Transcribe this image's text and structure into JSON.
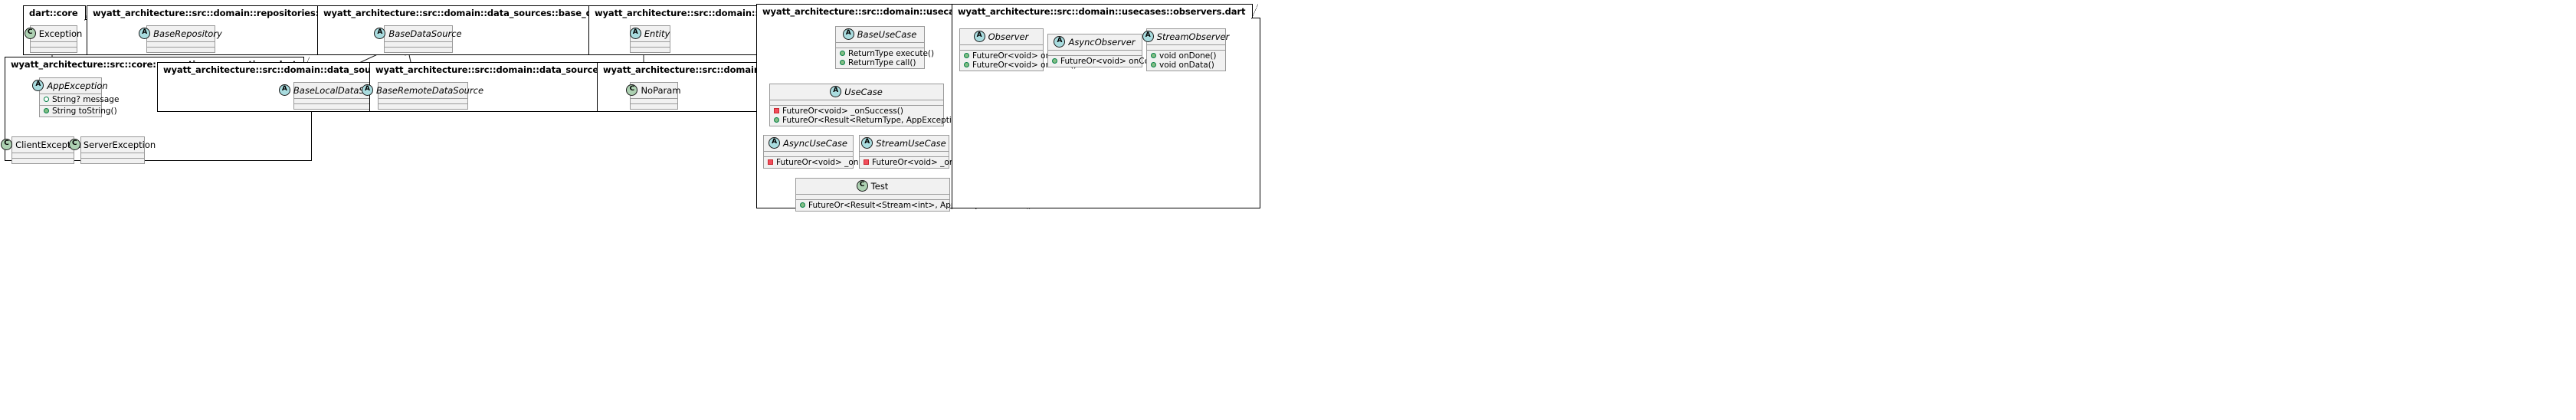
{
  "diagram": {
    "type": "uml-class-diagram",
    "title": "wyatt_architecture domain class diagram",
    "colors": {
      "class_fill": "#F1F1F1",
      "class_border": "#9A9A9A",
      "abstract_badge": "#A9DCDF",
      "class_badge": "#ADD1B2",
      "public_method": "#84BE84",
      "private_method": "#F24D5C",
      "package_border": "#000000",
      "background": "#FFFFFF"
    }
  },
  "packages": [
    {
      "id": "dart-core",
      "label": "dart::core",
      "classes": [
        {
          "id": "Exception",
          "name": "Exception",
          "stereotype": "C",
          "abstract": false,
          "fields": [],
          "methods": []
        }
      ]
    },
    {
      "id": "base-repository",
      "label": "wyatt_architecture::src::domain::repositories::base_repository.dart",
      "classes": [
        {
          "id": "BaseRepository",
          "name": "BaseRepository",
          "stereotype": "A",
          "abstract": true,
          "fields": [],
          "methods": []
        }
      ]
    },
    {
      "id": "base-data-source",
      "label": "wyatt_architecture::src::domain::data_sources::base_data_source.dart",
      "classes": [
        {
          "id": "BaseDataSource",
          "name": "BaseDataSource",
          "stereotype": "A",
          "abstract": true,
          "fields": [],
          "methods": []
        }
      ]
    },
    {
      "id": "entity",
      "label": "wyatt_architecture::src::domain::entities::entity.dart",
      "classes": [
        {
          "id": "Entity",
          "name": "Entity",
          "stereotype": "A",
          "abstract": true,
          "fields": [],
          "methods": []
        }
      ]
    },
    {
      "id": "exceptions",
      "label": "wyatt_architecture::src::core::exceptions::exceptions.dart",
      "classes": [
        {
          "id": "AppException",
          "name": "AppException",
          "stereotype": "A",
          "abstract": true,
          "fields": [
            {
              "visibility": "pub-field",
              "text": "String? message"
            }
          ],
          "methods": [
            {
              "visibility": "pub-method",
              "text": "String toString()"
            }
          ]
        },
        {
          "id": "ClientException",
          "name": "ClientException",
          "stereotype": "C",
          "abstract": false,
          "fields": [],
          "methods": []
        },
        {
          "id": "ServerException",
          "name": "ServerException",
          "stereotype": "C",
          "abstract": false,
          "fields": [],
          "methods": []
        }
      ]
    },
    {
      "id": "base-local-data-source",
      "label": "wyatt_architecture::src::domain::data_sources::local::base_local_data_source.dart",
      "classes": [
        {
          "id": "BaseLocalDataSource",
          "name": "BaseLocalDataSource",
          "stereotype": "A",
          "abstract": true,
          "fields": [],
          "methods": []
        }
      ]
    },
    {
      "id": "base-remote-data-source",
      "label": "wyatt_architecture::src::domain::data_sources::remote::base_remote_data_source.dart",
      "classes": [
        {
          "id": "BaseRemoteDataSource",
          "name": "BaseRemoteDataSource",
          "stereotype": "A",
          "abstract": true,
          "fields": [],
          "methods": []
        }
      ]
    },
    {
      "id": "no-param",
      "label": "wyatt_architecture::src::domain::usecases::no_param.dart",
      "classes": [
        {
          "id": "NoParam",
          "name": "NoParam",
          "stereotype": "C",
          "abstract": false,
          "fields": [],
          "methods": []
        }
      ]
    },
    {
      "id": "usecase",
      "label": "wyatt_architecture::src::domain::usecases::usecase.dart",
      "classes": [
        {
          "id": "BaseUseCase",
          "name": "BaseUseCase",
          "stereotype": "A",
          "abstract": true,
          "fields": [],
          "methods": [
            {
              "visibility": "pub-method",
              "text": "ReturnType execute()"
            },
            {
              "visibility": "pub-method",
              "text": "ReturnType call()"
            }
          ]
        },
        {
          "id": "UseCase",
          "name": "UseCase",
          "stereotype": "A",
          "abstract": true,
          "fields": [],
          "methods": [
            {
              "visibility": "priv-method",
              "text": "FutureOr<void> _onSuccess()"
            },
            {
              "visibility": "pub-method",
              "text": "FutureOr<Result<ReturnType, AppException>> execute()"
            }
          ]
        },
        {
          "id": "AsyncUseCase",
          "name": "AsyncUseCase",
          "stereotype": "A",
          "abstract": true,
          "fields": [],
          "methods": [
            {
              "visibility": "priv-method",
              "text": "FutureOr<void> _onSuccess()"
            }
          ]
        },
        {
          "id": "StreamUseCase",
          "name": "StreamUseCase",
          "stereotype": "A",
          "abstract": true,
          "fields": [],
          "methods": [
            {
              "visibility": "priv-method",
              "text": "FutureOr<void> _onSuccess()"
            }
          ]
        },
        {
          "id": "Test",
          "name": "Test",
          "stereotype": "C",
          "abstract": false,
          "fields": [],
          "methods": [
            {
              "visibility": "pub-method",
              "text": "FutureOr<Result<Stream<int>, AppException>> call()"
            }
          ]
        }
      ]
    },
    {
      "id": "observers",
      "label": "wyatt_architecture::src::domain::usecases::observers.dart",
      "classes": [
        {
          "id": "Observer",
          "name": "Observer",
          "stereotype": "A",
          "abstract": true,
          "fields": [],
          "methods": [
            {
              "visibility": "pub-method",
              "text": "FutureOr<void> onStart()"
            },
            {
              "visibility": "pub-method",
              "text": "FutureOr<void> onError()"
            }
          ]
        },
        {
          "id": "AsyncObserver",
          "name": "AsyncObserver",
          "stereotype": "A",
          "abstract": true,
          "fields": [],
          "methods": [
            {
              "visibility": "pub-method",
              "text": "FutureOr<void> onComplete()"
            }
          ]
        },
        {
          "id": "StreamObserver",
          "name": "StreamObserver",
          "stereotype": "A",
          "abstract": true,
          "fields": [],
          "methods": [
            {
              "visibility": "pub-method",
              "text": "void onDone()"
            },
            {
              "visibility": "pub-method",
              "text": "void onData()"
            }
          ]
        }
      ]
    }
  ],
  "relations": [
    {
      "from": "AppException",
      "to": "Exception",
      "kind": "generalization"
    },
    {
      "from": "ClientException",
      "to": "AppException",
      "kind": "generalization"
    },
    {
      "from": "ServerException",
      "to": "AppException",
      "kind": "generalization"
    },
    {
      "from": "BaseLocalDataSource",
      "to": "BaseDataSource",
      "kind": "generalization"
    },
    {
      "from": "BaseRemoteDataSource",
      "to": "BaseDataSource",
      "kind": "generalization"
    },
    {
      "from": "NoParam",
      "to": "Entity",
      "kind": "generalization"
    },
    {
      "from": "UseCase",
      "to": "BaseUseCase",
      "kind": "generalization"
    },
    {
      "from": "UseCase",
      "to": "Observer",
      "kind": "generalization"
    },
    {
      "from": "AsyncUseCase",
      "to": "UseCase",
      "kind": "generalization"
    },
    {
      "from": "AsyncUseCase",
      "to": "AsyncObserver",
      "kind": "generalization"
    },
    {
      "from": "StreamUseCase",
      "to": "UseCase",
      "kind": "generalization"
    },
    {
      "from": "StreamUseCase",
      "to": "StreamObserver",
      "kind": "generalization"
    },
    {
      "from": "Test",
      "to": "StreamUseCase",
      "kind": "generalization"
    }
  ]
}
